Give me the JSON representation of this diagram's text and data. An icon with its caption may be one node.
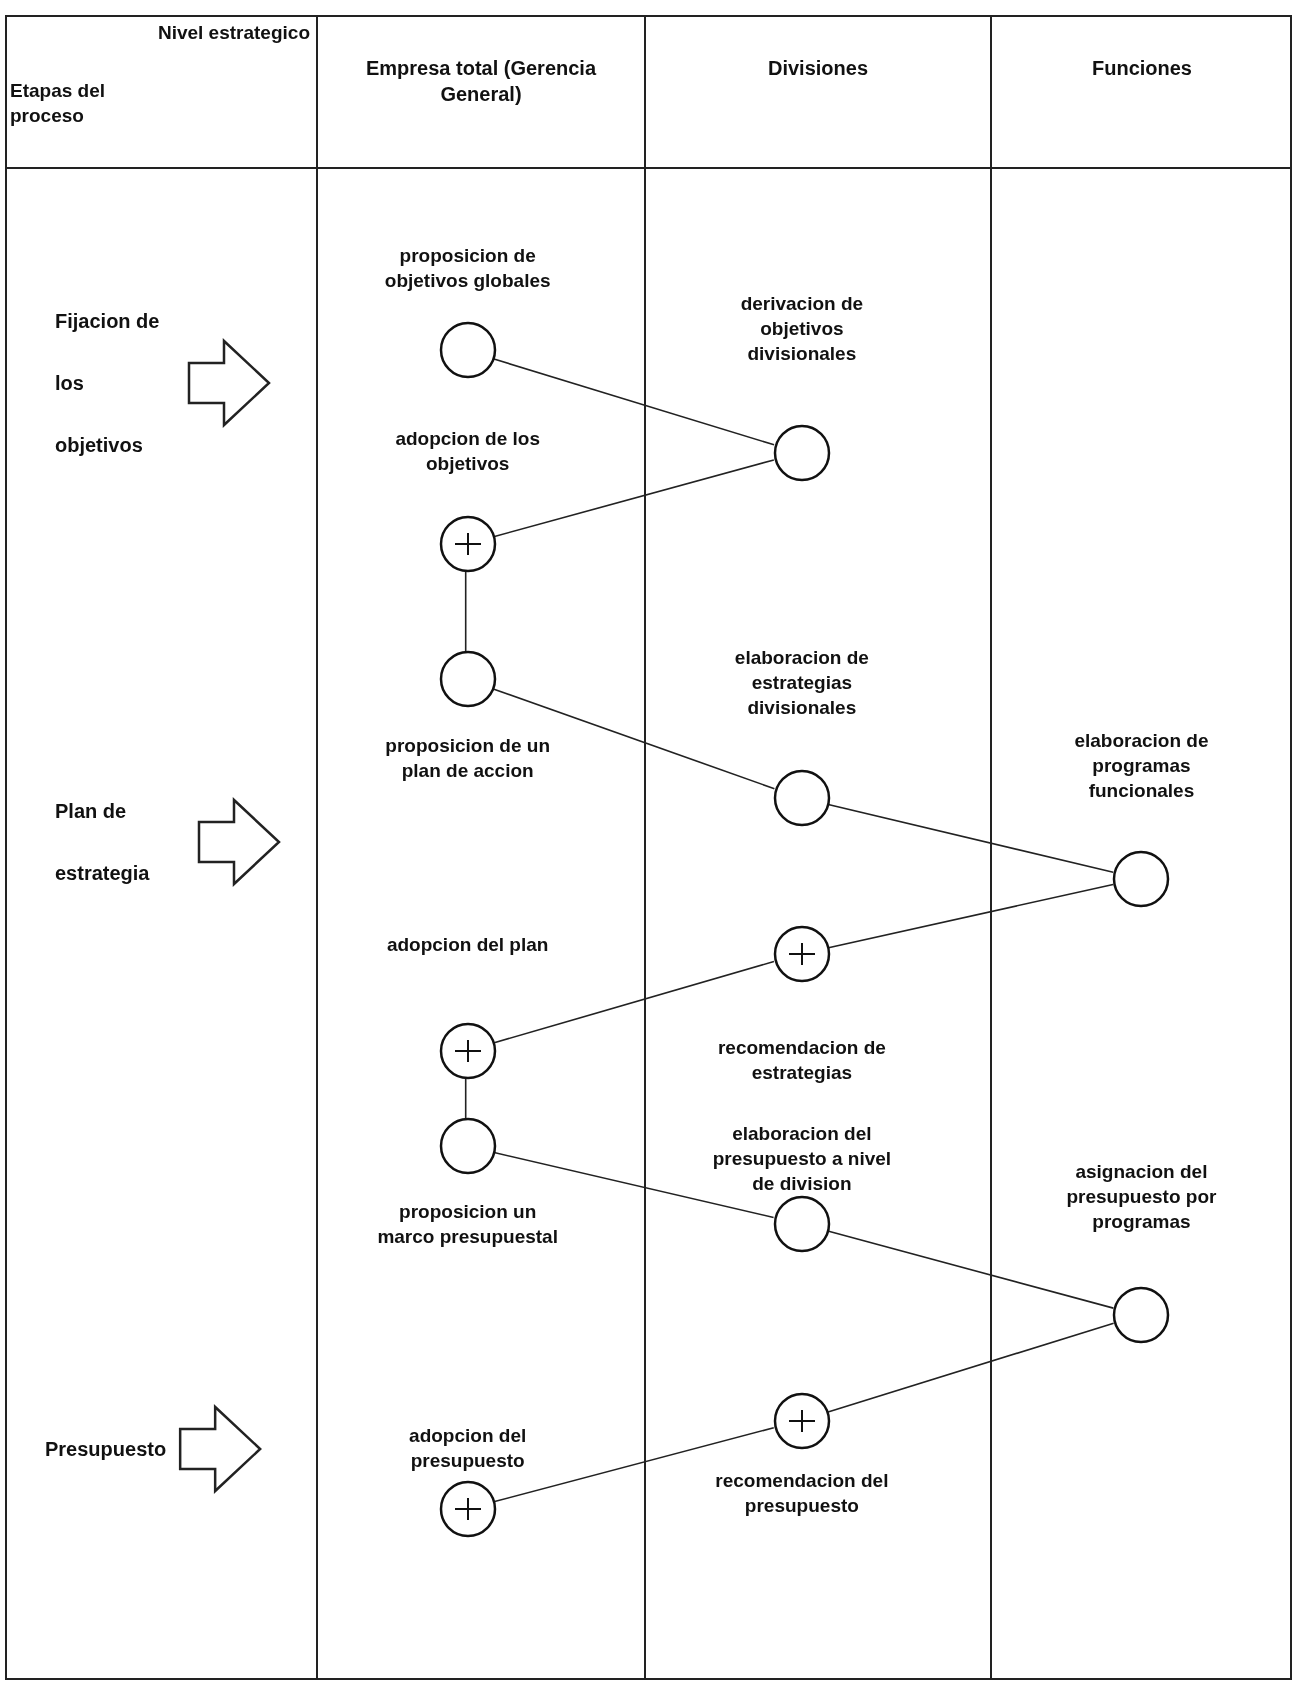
{
  "diagram": {
    "nodes": [
      {
        "text": [
          "Empresa total (Gerencia General)"
        ]
      },
      {
        "text": [
          "Divisiones"
        ]
      },
      {
        "text": [
          "Funciones"
        ]
      },
      {
        "text": [
          "Fijacion de los objetivos"
        ]
      },
      {
        "text": [
          "Plan de estrategia"
        ]
      },
      {
        "text": [
          "Presupuesto"
        ]
      },
      {
        "text": [],
        "shape": "circle",
        "in": 0,
        "beside": [
          "proposicion de objetivos globales"
        ]
      },
      {
        "text": [],
        "shape": "circle",
        "in": 1,
        "beside": [
          "derivacion de objetivos divisionales"
        ]
      },
      {
        "text": [],
        "shape": "circle",
        "in": 0,
        "beside": [
          "adopcion de los objetivos"
        ]
      },
      {
        "text": [],
        "shape": "circle",
        "in": 0,
        "beside": [
          "proposicion de un plan de accion"
        ]
      },
      {
        "text": [],
        "shape": "circle",
        "in": 1,
        "beside": [
          "elaboracion de estrategias divisionales"
        ]
      },
      {
        "text": [],
        "shape": "circle",
        "in": 2,
        "beside": [
          "elaboracion de programas funcionales"
        ]
      },
      {
        "text": [],
        "shape": "circle",
        "in": 1,
        "beside": [
          "recomendacion de estrategias"
        ]
      },
      {
        "text": [],
        "shape": "circle",
        "in": 0,
        "beside": [
          "adopcion del plan"
        ]
      },
      {
        "text": [],
        "shape": "circle",
        "in": 0,
        "beside": [
          "proposicion un marco presupuestal"
        ]
      },
      {
        "text": [],
        "shape": "circle",
        "in": 1,
        "beside": [
          "elaboracion del presupuesto a nivel de division"
        ]
      },
      {
        "text": [],
        "shape": "circle",
        "in": 2,
        "beside": [
          "asignacion del presupuesto por programas"
        ]
      },
      {
        "text": [],
        "shape": "circle",
        "in": 1,
        "beside": [
          "recomendacion del presupuesto"
        ]
      },
      {
        "text": [],
        "shape": "circle",
        "in": 0,
        "beside": [
          "adopcion del presupuesto"
        ]
      }
    ],
    "edges": [
      {
        "from": 3,
        "to": null,
        "arrow": "to",
        "style": "thick"
      },
      {
        "from": 4,
        "to": null,
        "arrow": "to",
        "style": "thick"
      },
      {
        "from": 5,
        "to": null,
        "arrow": "to",
        "style": "thick"
      },
      {
        "from": 6,
        "to": 7,
        "arrow": "none"
      },
      {
        "from": 7,
        "to": 8,
        "arrow": "none"
      },
      {
        "from": 8,
        "to": 9,
        "arrow": "none"
      },
      {
        "from": 9,
        "to": 10,
        "arrow": "none"
      },
      {
        "from": 10,
        "to": 11,
        "arrow": "none"
      },
      {
        "from": 11,
        "to": 12,
        "arrow": "none"
      },
      {
        "from": 12,
        "to": 13,
        "arrow": "none"
      },
      {
        "from": 13,
        "to": 14,
        "arrow": "none"
      },
      {
        "from": 14,
        "to": 15,
        "arrow": "none"
      },
      {
        "from": 15,
        "to": 16,
        "arrow": "none"
      },
      {
        "from": 16,
        "to": 17,
        "arrow": "none"
      },
      {
        "from": 17,
        "to": 18,
        "arrow": "none"
      }
    ],
    "labels": [
      "Nivel estrategico",
      "Etapas del proceso"
    ]
  }
}
